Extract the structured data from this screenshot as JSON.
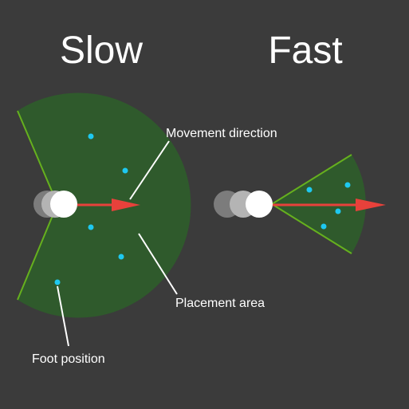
{
  "panels": {
    "slow": {
      "title": "Slow"
    },
    "fast": {
      "title": "Fast"
    }
  },
  "labels": {
    "movement_direction": "Movement direction",
    "placement_area": "Placement area",
    "foot_position": "Foot position"
  },
  "colors": {
    "background": "#3b3b3b",
    "area_fill": "#2f5a2c",
    "area_edge": "#66b01e",
    "arrow": "#e8413b",
    "foot_dot": "#1ec8f0",
    "body_light": "#ffffff",
    "body_mid": "#b4b4b4",
    "body_dark": "#7c7c7c",
    "text": "#ffffff"
  }
}
